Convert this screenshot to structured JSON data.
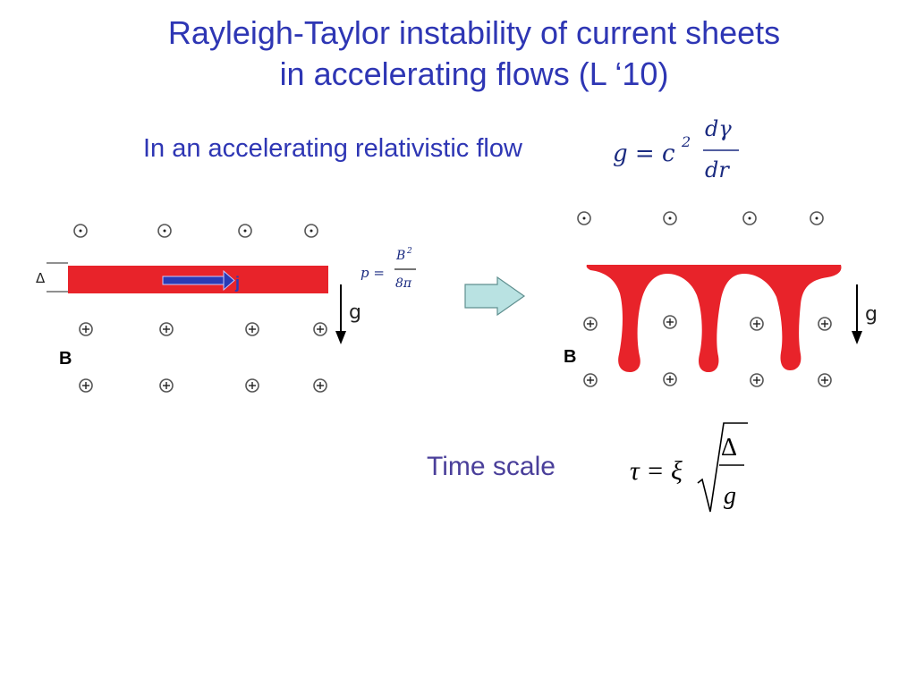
{
  "title": {
    "line1": "Rayleigh-Taylor instability of current sheets",
    "line2": "in accelerating flows (L ‘10)"
  },
  "subtitle": "In an accelerating relativistic flow",
  "equation_g": {
    "lhs": "g = c",
    "exp": "2",
    "num": "dγ",
    "den": "dr"
  },
  "left_panel": {
    "sheet_thickness_label": "Δ",
    "current_label": "j",
    "field_label": "B",
    "gravity_label": "g",
    "pressure_lhs": "p =",
    "pressure_num": "B",
    "pressure_num_exp": "2",
    "pressure_den": "8π",
    "colors": {
      "sheet": "#e8232a",
      "arrow": "#2a3bb5"
    }
  },
  "right_panel": {
    "field_label": "B",
    "gravity_label": "g",
    "colors": {
      "fluid": "#e8232a"
    }
  },
  "time_scale": {
    "label": "Time scale",
    "lhs": "τ = ξ",
    "num": "Δ",
    "den": "g"
  },
  "colors": {
    "title": "#2e36b4",
    "process_arrow": "#b9e2e2"
  }
}
